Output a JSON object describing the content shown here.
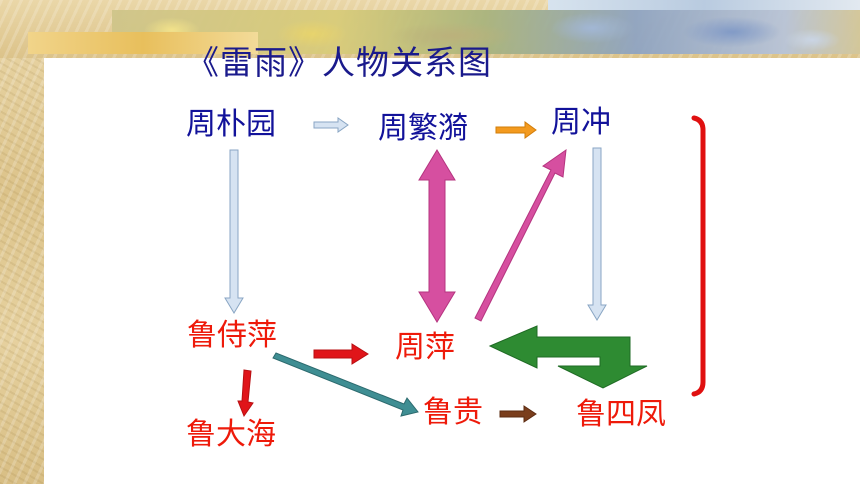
{
  "title": "《雷雨》人物关系图",
  "nodes": {
    "zhou_puyuan": "周朴园",
    "zhou_fanyi": "周繁漪",
    "zhou_chong": "周冲",
    "lu_shiping": "鲁侍萍",
    "zhou_ping": "周萍",
    "lu_dahai": "鲁大海",
    "lu_gui": "鲁贵",
    "lu_sifeng": "鲁四凤"
  },
  "colors": {
    "zhou_family_text": "#12129a",
    "lu_family_text": "#ee1a0a",
    "arrow_light_blue": "#d6e3f2",
    "arrow_orange": "#f39a1f",
    "arrow_magenta": "#d64fa0",
    "arrow_red": "#e0151a",
    "arrow_teal": "#3f8e93",
    "arrow_brown": "#7a3e1c",
    "arrow_green": "#2e8b32",
    "bracket_red": "#e01010"
  }
}
